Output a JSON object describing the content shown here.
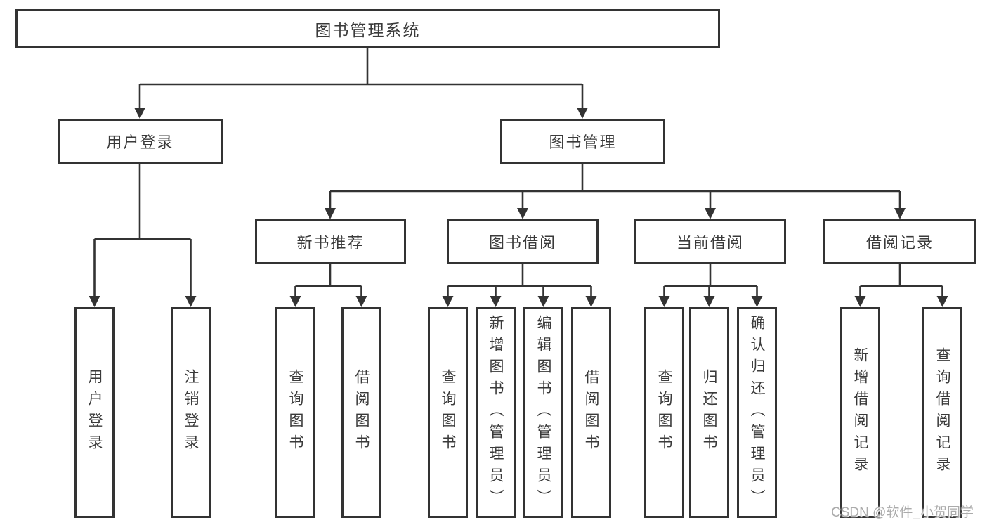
{
  "diagram": {
    "root": "图书管理系统",
    "branches": [
      {
        "label": "用户登录",
        "children": [
          "用户登录",
          "注销登录"
        ]
      },
      {
        "label": "图书管理",
        "groups": [
          {
            "label": "新书推荐",
            "children": [
              "查询图书",
              "借阅图书"
            ]
          },
          {
            "label": "图书借阅",
            "children": [
              "查询图书",
              "新增图书（管理员）",
              "编辑图书（管理员）",
              "借阅图书"
            ]
          },
          {
            "label": "当前借阅",
            "children": [
              "查询图书",
              "归还图书",
              "确认归还（管理员）"
            ]
          },
          {
            "label": "借阅记录",
            "children": [
              "新增借阅记录",
              "查询借阅记录"
            ]
          }
        ]
      }
    ]
  },
  "watermark": "CSDN @软件_小贺同学",
  "colors": {
    "line": "#333333",
    "box_border": "#333333",
    "text": "#3a3a3a",
    "watermark": "#ababab",
    "background": "#ffffff"
  }
}
